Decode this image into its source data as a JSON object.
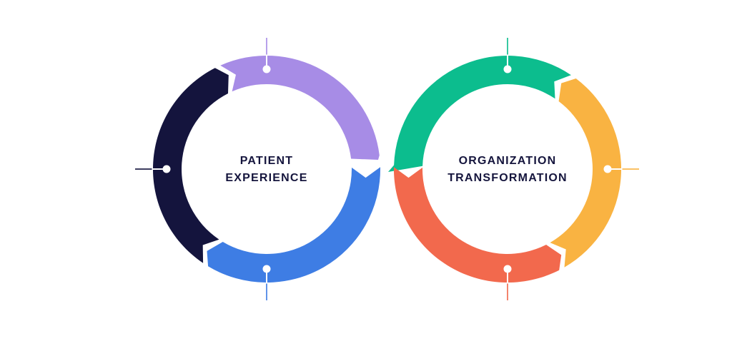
{
  "diagram": {
    "type": "infinity-loop",
    "left_loop": {
      "label": {
        "line1": "PATIENT",
        "line2": "EXPERIENCE"
      },
      "segments": [
        {
          "name": "left-top-arc",
          "color": "#A78CE6"
        },
        {
          "name": "left-side-arc",
          "color": "#14143D"
        },
        {
          "name": "left-bottom-arc",
          "color": "#3E7DE4"
        }
      ]
    },
    "right_loop": {
      "label": {
        "line1": "ORGANIZATION",
        "line2": "TRANSFORMATION"
      },
      "segments": [
        {
          "name": "right-top-arc",
          "color": "#0CBD8E"
        },
        {
          "name": "right-side-arc",
          "color": "#F9B342"
        },
        {
          "name": "right-bottom-arc",
          "color": "#F2694D"
        }
      ]
    },
    "label_color": "#15153D",
    "marker_dot_color": "#FFFFFF",
    "marker_inner_line_color": "#FFFFFF"
  }
}
